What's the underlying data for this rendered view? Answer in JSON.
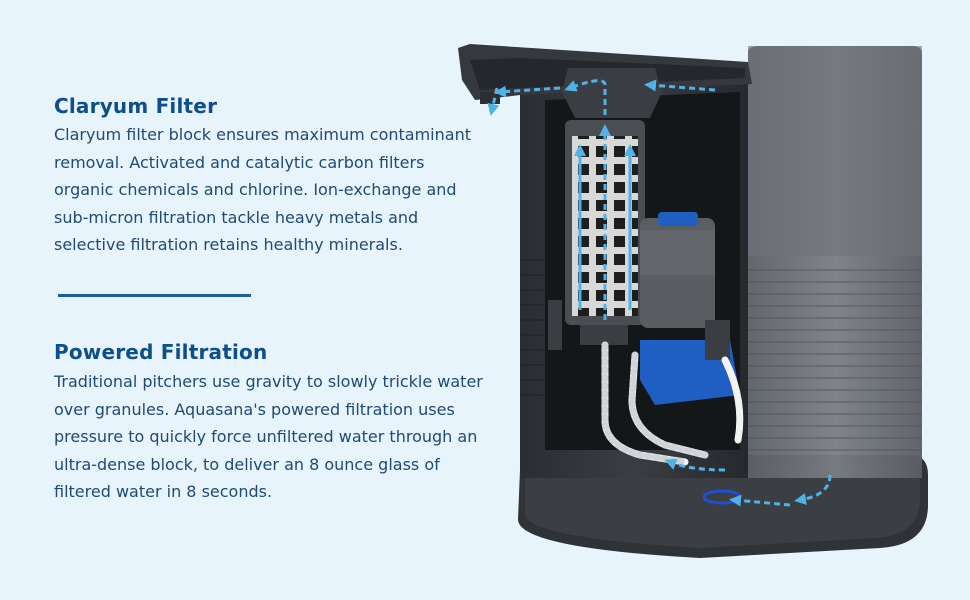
{
  "sections": [
    {
      "heading": "Claryum Filter",
      "body": "Claryum filter block ensures maximum contaminant removal. Activated and catalytic carbon filters organic chemicals and chlorine. Ion-exchange and sub-micron filtration tackle heavy metals and selective filtration retains healthy minerals."
    },
    {
      "heading": "Powered Filtration",
      "body": "Traditional pitchers use gravity to slowly trickle water over granules. Aquasana's powered filtration uses pressure to quickly force unfiltered water through an ultra-dense block, to deliver an 8 ounce glass of filtered water in 8 seconds."
    }
  ],
  "colors": {
    "background": "#e8f4fb",
    "heading": "#0d4f8b",
    "body_text": "#1f4a74",
    "divider": "#1b5f9e",
    "flow_arrows": "#4fb3e8",
    "housing": "#2b2e33",
    "pump": "#1f5fc4"
  }
}
